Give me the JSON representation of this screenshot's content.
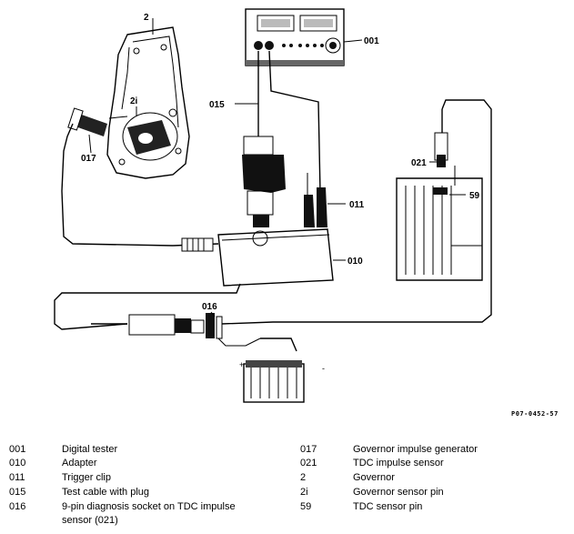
{
  "diagram": {
    "labels": {
      "governor": "2",
      "governor_pin": "2i",
      "governor_impulse_generator": "017",
      "digital_tester": "001",
      "test_cable": "015",
      "trigger_clip": "011",
      "adapter": "010",
      "socket": "016",
      "tdc_sensor": "021",
      "tdc_pin": "59"
    },
    "reference": "P07-0452-57"
  },
  "legend": {
    "left": [
      {
        "code": "001",
        "text": "Digital tester"
      },
      {
        "code": "010",
        "text": "Adapter"
      },
      {
        "code": "011",
        "text": "Trigger clip"
      },
      {
        "code": "015",
        "text": "Test cable with plug"
      },
      {
        "code": "016",
        "text": "9-pin diagnosis socket on TDC impulse",
        "text2": "sensor (021)"
      }
    ],
    "right": [
      {
        "code": "017",
        "text": "Governor impulse generator"
      },
      {
        "code": "021",
        "text": "TDC impulse sensor"
      },
      {
        "code": "2",
        "text": "Governor"
      },
      {
        "code": "2i",
        "text": "Governor sensor pin"
      },
      {
        "code": "59",
        "text": "TDC sensor pin"
      }
    ]
  }
}
